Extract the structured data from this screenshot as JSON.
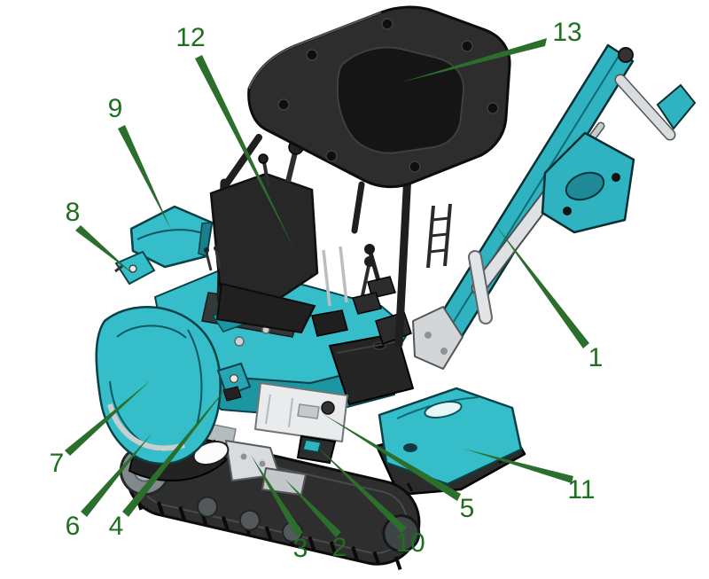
{
  "callouts": [
    {
      "text": "1"
    },
    {
      "text": "2"
    },
    {
      "text": "3"
    },
    {
      "text": "4"
    },
    {
      "text": "5"
    },
    {
      "text": "6"
    },
    {
      "text": "7"
    },
    {
      "text": "8"
    },
    {
      "text": "9"
    },
    {
      "text": "10"
    },
    {
      "text": "11"
    },
    {
      "text": "12"
    },
    {
      "text": "13"
    }
  ],
  "colors": {
    "callout_text": "#1d701d",
    "leader_line": "#2c6e2c",
    "machine_teal": "#35bdc9",
    "machine_teal_dark": "#1d96a3",
    "machine_dark": "#2b2b2b",
    "metal_silver": "#d5d9db",
    "background": "#ffffff"
  }
}
